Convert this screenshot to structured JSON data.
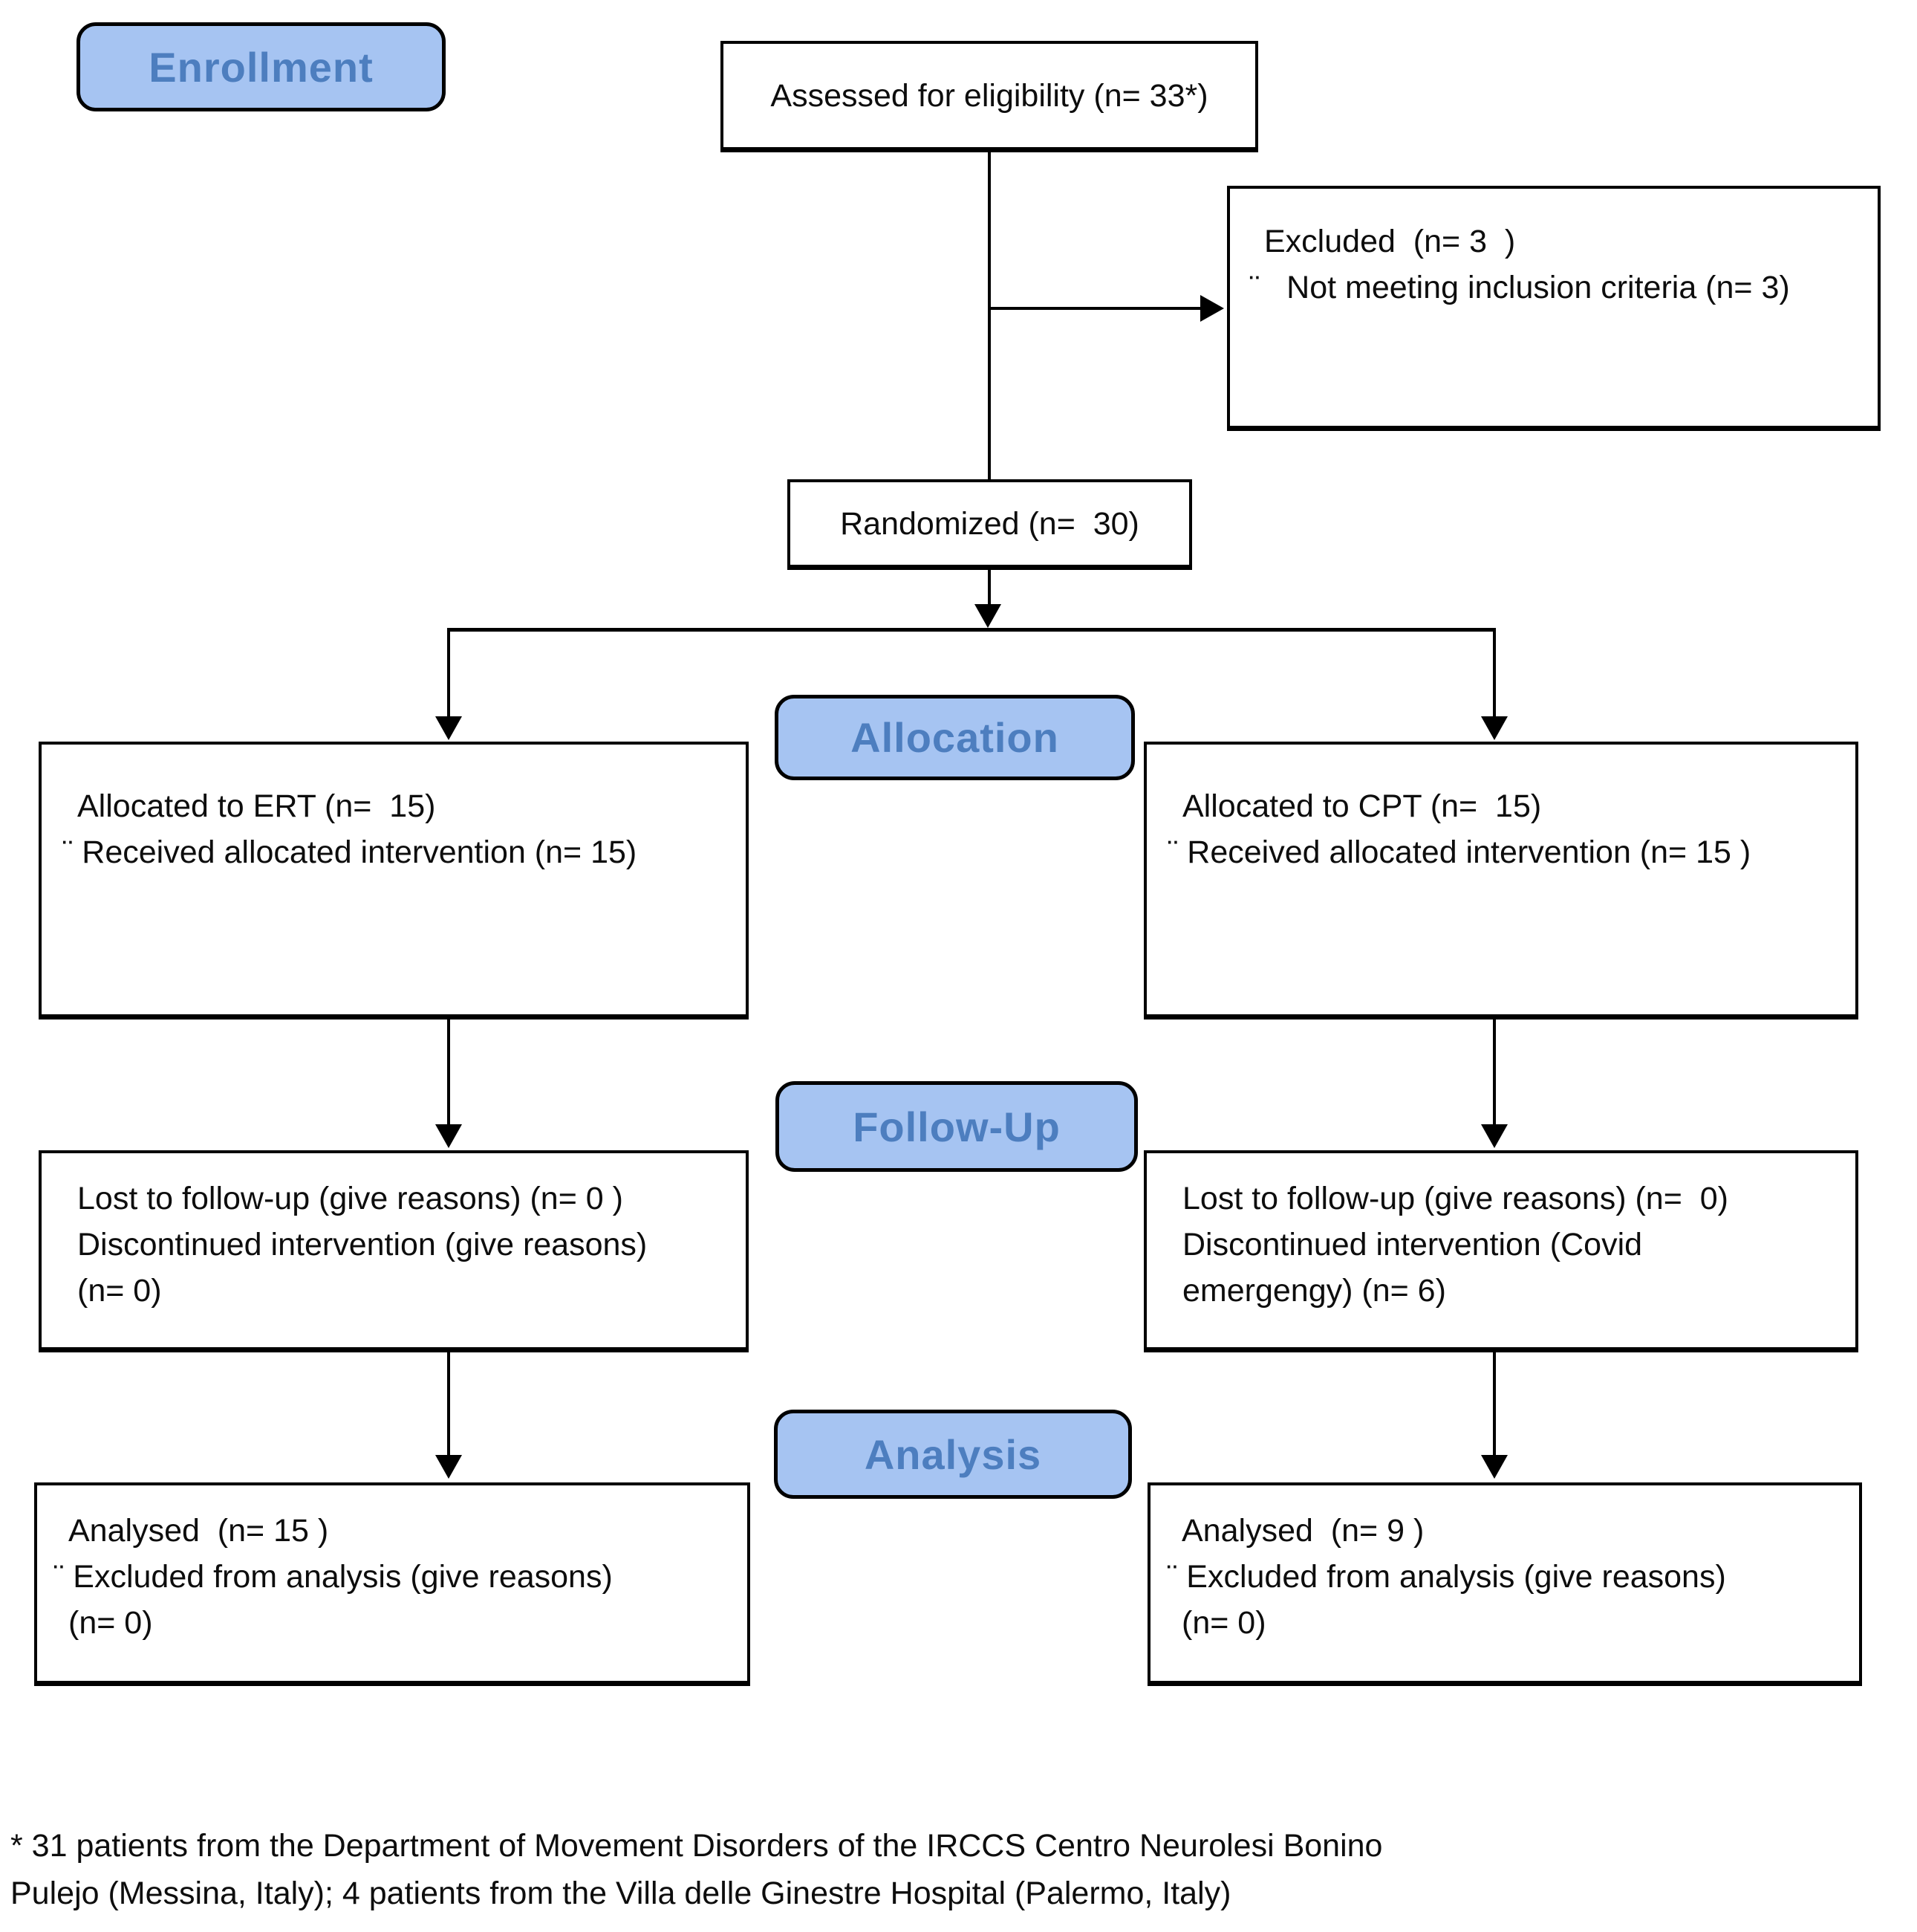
{
  "badges": {
    "enrollment": "Enrollment",
    "allocation": "Allocation",
    "followup": "Follow-Up",
    "analysis": "Analysis"
  },
  "boxes": {
    "assessed": {
      "text": "Assessed for eligibility (n= 33*)"
    },
    "excluded": {
      "line1": "Excluded  (n= 3  )",
      "line2": "¨   Not meeting inclusion criteria (n= 3)"
    },
    "randomized": {
      "text": "Randomized (n=  30)"
    },
    "allocation_ert": {
      "line1": "Allocated to ERT (n=  15)",
      "line2": "¨ Received allocated intervention (n= 15)"
    },
    "allocation_cpt": {
      "line1": "Allocated to CPT (n=  15)",
      "line2": "¨ Received allocated intervention (n= 15 )"
    },
    "followup_ert": {
      "line1": "Lost to follow-up (give reasons) (n= 0 )",
      "line2": "Discontinued intervention (give reasons)",
      "line3": "(n= 0)"
    },
    "followup_cpt": {
      "line1": "Lost to follow-up (give reasons) (n=  0)",
      "line2": "Discontinued intervention (Covid",
      "line3": "emergengy) (n= 6)"
    },
    "analysis_ert": {
      "line1": "Analysed  (n= 15 )",
      "line2": "¨ Excluded from analysis (give reasons)",
      "line3": "(n= 0)"
    },
    "analysis_cpt": {
      "line1": "Analysed  (n= 9 )",
      "line2": "¨ Excluded from analysis (give reasons)",
      "line3": "(n= 0)"
    }
  },
  "footnote": {
    "line1": "* 31 patients from the Department of Movement Disorders of the IRCCS Centro Neurolesi Bonino",
    "line2": "Pulejo (Messina, Italy); 4 patients from the Villa delle Ginestre Hospital (Palermo, Italy)"
  },
  "colors": {
    "badge_fill": "#a6c4f2",
    "badge_text": "#4d7ebf",
    "box_border": "#000000",
    "connector": "#000000",
    "background": "#ffffff"
  }
}
